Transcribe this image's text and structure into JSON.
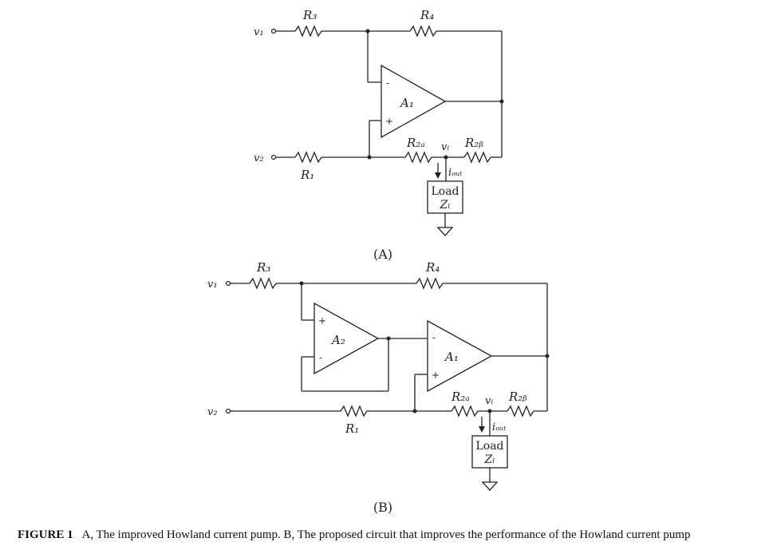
{
  "panel_a": {
    "label": "(A)",
    "input_v1": "v₁",
    "input_v2": "v₂",
    "r3": "R₃",
    "r4": "R₄",
    "r1": "R₁",
    "r2a": "R₂ₐ",
    "r2b": "R₂ᵦ",
    "opamp": "A₁",
    "minus": "-",
    "plus": "+",
    "vl": "vₗ",
    "iout": "iₒᵤₜ",
    "load_line1": "Load",
    "load_line2": "Zₗ"
  },
  "panel_b": {
    "label": "(B)",
    "input_v1": "v₁",
    "input_v2": "v₂",
    "r3": "R₃",
    "r4": "R₄",
    "r1": "R₁",
    "r2a": "R₂ₐ",
    "r2b": "R₂ᵦ",
    "opamp_a2": "A₂",
    "opamp_a1": "A₁",
    "a2_plus": "+",
    "a2_minus": "-",
    "a1_minus": "-",
    "a1_plus": "+",
    "vl": "vₗ",
    "iout": "iₒᵤₜ",
    "load_line1": "Load",
    "load_line2": "Zₗ"
  },
  "caption": {
    "figure_number": "FIGURE 1",
    "text": "A, The improved Howland current pump. B, The proposed circuit that improves the performance of the Howland current pump"
  }
}
